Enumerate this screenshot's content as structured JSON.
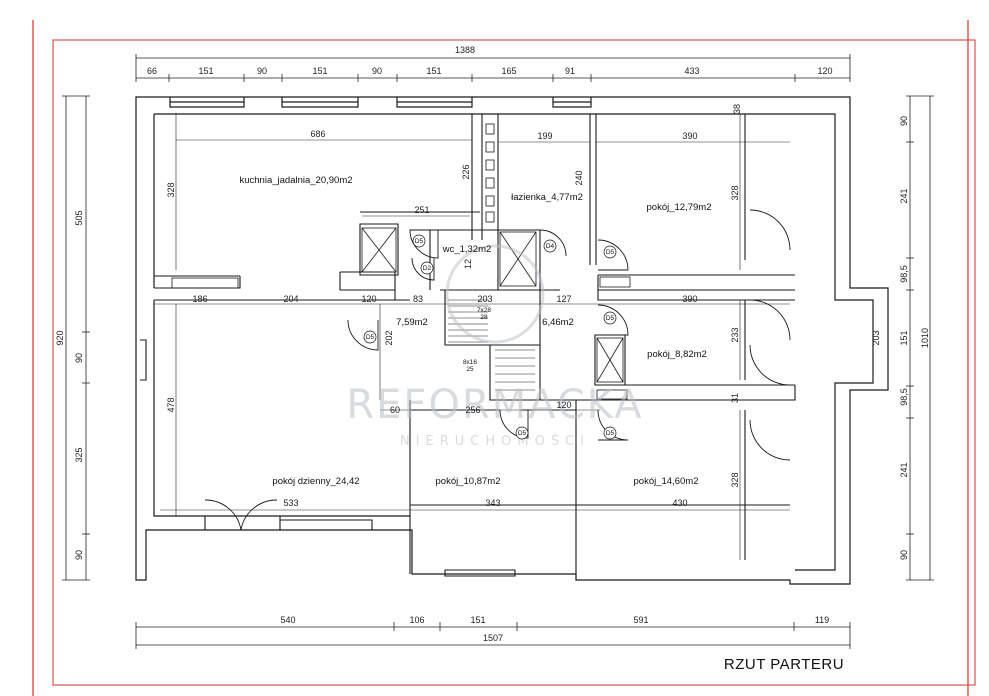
{
  "title": "RZUT PARTERU",
  "watermark": {
    "name": "REFORMACKA",
    "sub": "NIERUCHOMOŚCI"
  },
  "colors": {
    "frame": "#d9443a",
    "wall": "#1a1a1a",
    "dim": "#222222",
    "watermark": "#b9c0c5"
  },
  "rooms": {
    "kuchnia": "kuchnia_jadalnia_20,90m2",
    "lazienka": "łazienka_4,77m2",
    "pokoj1": "pokój_12,79m2",
    "wc": "wc_1,32m2",
    "hall1": "7,59m2",
    "hall2": "6,46m2",
    "pokoj2": "pokój_8,82m2",
    "dzienny": "pokój dzienny_24,42",
    "pokoj3": "pokój_10,87m2",
    "pokoj4": "pokój_14,60m2"
  },
  "dims_top": {
    "total": "1388",
    "segments": [
      "66",
      "151",
      "90",
      "151",
      "90",
      "151",
      "165",
      "91",
      "433",
      "120"
    ]
  },
  "dims_bottom": {
    "total": "1507",
    "segments": [
      "540",
      "106",
      "151",
      "591",
      "119"
    ]
  },
  "dims_left": {
    "total": "920",
    "segments": [
      "505",
      "90",
      "325",
      "90"
    ]
  },
  "dims_right": {
    "total": "1010",
    "segments": [
      "90",
      "241",
      "98,5",
      "151",
      "98,5",
      "241",
      "90"
    ],
    "bay": "203"
  },
  "dims_inner": {
    "d686": "686",
    "d328a": "328",
    "d226": "226",
    "d199": "199",
    "d390a": "390",
    "d38": "38",
    "d240": "240",
    "d328b": "328",
    "d251": "251",
    "d12": "12",
    "d186": "186",
    "d204": "204",
    "d120a": "120",
    "d83": "83",
    "d203": "203",
    "d127": "127",
    "d390b": "390",
    "d202": "202",
    "d233": "233",
    "d478": "478",
    "d60": "60",
    "d256": "256",
    "d120b": "120",
    "d31": "31",
    "d533": "533",
    "d343": "343",
    "d430": "430",
    "d328c": "328",
    "stairs_top_a": "7x28",
    "stairs_top_b": "28",
    "stairs_mid_a": "8x16",
    "stairs_mid_b": "25"
  },
  "tags": {
    "d5": "D5",
    "d2": "D2",
    "d4": "D4"
  }
}
